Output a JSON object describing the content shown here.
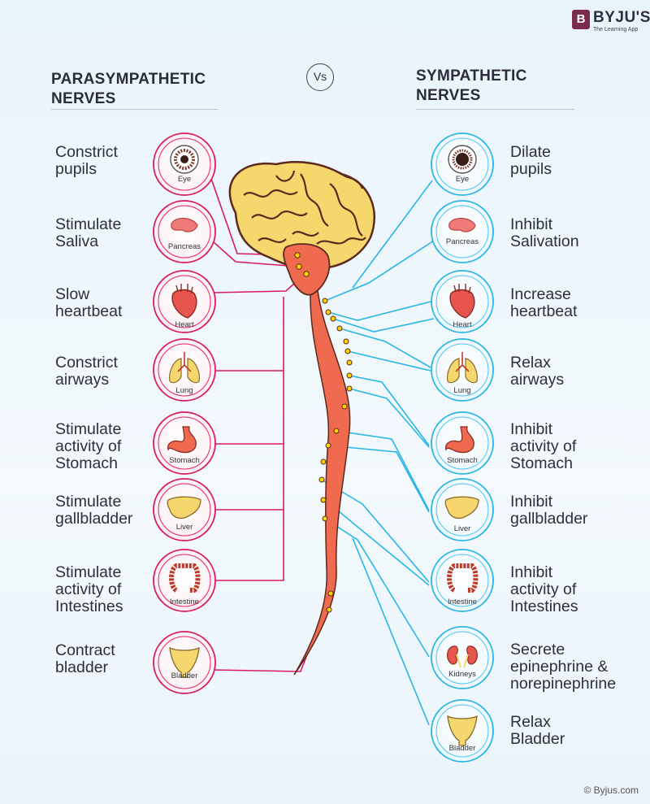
{
  "brand": {
    "mark": "B",
    "name": "BYJU'S",
    "tagline": "The Learning App"
  },
  "headings": {
    "left": "PARASYMPATHETIC\nNERVES",
    "right": "SYMPATHETIC\nNERVES",
    "versus": "Vs"
  },
  "parasympathetic": [
    {
      "effect": "Constrict\npupils",
      "organ": "Eye",
      "icon": "eye-icon"
    },
    {
      "effect": "Stimulate\nSaliva",
      "organ": "Pancreas",
      "icon": "pancreas-icon"
    },
    {
      "effect": "Slow\nheartbeat",
      "organ": "Heart",
      "icon": "heart-icon"
    },
    {
      "effect": "Constrict\nairways",
      "organ": "Lung",
      "icon": "lung-icon"
    },
    {
      "effect": "Stimulate\nactivity of\nStomach",
      "organ": "Stomach",
      "icon": "stomach-icon"
    },
    {
      "effect": "Stimulate\ngallbladder",
      "organ": "Liver",
      "icon": "liver-icon"
    },
    {
      "effect": "Stimulate\nactivity of\nIntestines",
      "organ": "Intestine",
      "icon": "intestine-icon"
    },
    {
      "effect": "Contract\nbladder",
      "organ": "Bladder",
      "icon": "bladder-icon"
    }
  ],
  "sympathetic": [
    {
      "effect": "Dilate\npupils",
      "organ": "Eye",
      "icon": "eye-icon"
    },
    {
      "effect": "Inhibit\nSalivation",
      "organ": "Pancreas",
      "icon": "pancreas-icon"
    },
    {
      "effect": "Increase\nheartbeat",
      "organ": "Heart",
      "icon": "heart-icon"
    },
    {
      "effect": "Relax\nairways",
      "organ": "Lung",
      "icon": "lung-icon"
    },
    {
      "effect": "Inhibit\nactivity of\nStomach",
      "organ": "Stomach",
      "icon": "stomach-icon"
    },
    {
      "effect": "Inhibit\ngallbladder",
      "organ": "Liver",
      "icon": "liver-icon"
    },
    {
      "effect": "Inhibit\nactivity of\nIntestines",
      "organ": "Intestine",
      "icon": "intestine-icon"
    },
    {
      "effect": "Secrete\nepinephrine &\nnorepinephrine",
      "organ": "Kidneys",
      "icon": "kidneys-icon"
    },
    {
      "effect": "Relax\nBladder",
      "organ": "Bladder",
      "icon": "bladder-icon"
    }
  ],
  "colors": {
    "parasympathetic": "#d81b60",
    "sympathetic": "#29b6e6",
    "brain": "#f5d76e",
    "brain_outline": "#5a2a1e",
    "spinal_cord": "#ef6a4f"
  },
  "copyright": "© Byjus.com"
}
